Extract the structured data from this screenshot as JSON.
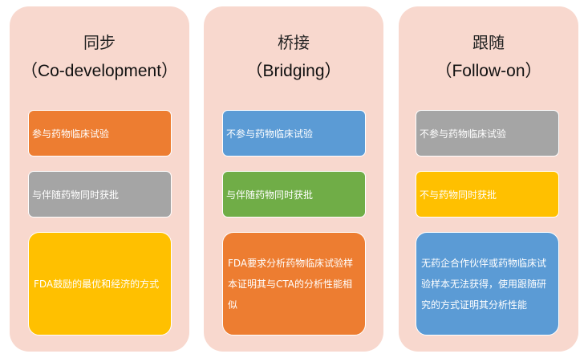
{
  "columns": [
    {
      "title_cn": "同步",
      "title_en": "（Co-development）",
      "boxes": [
        {
          "text": "参与药物临床试验",
          "color": "#ed7d31"
        },
        {
          "text": "与伴随药物同时获批",
          "color": "#a5a5a5"
        },
        {
          "text": "FDA鼓励的最优和经济的方式",
          "color": "#ffc000"
        }
      ]
    },
    {
      "title_cn": "桥接",
      "title_en": "（Bridging）",
      "boxes": [
        {
          "text": "不参与药物临床试验",
          "color": "#5b9bd5"
        },
        {
          "text": "与伴随药物同时获批",
          "color": "#70ad47"
        },
        {
          "text": "FDA要求分析药物临床试验样本证明其与CTA的分析性能相似",
          "color": "#ed7d31"
        }
      ]
    },
    {
      "title_cn": "跟随",
      "title_en": "（Follow-on）",
      "boxes": [
        {
          "text": "不参与药物临床试验",
          "color": "#a5a5a5"
        },
        {
          "text": "不与药物同时获批",
          "color": "#ffc000"
        },
        {
          "text": "无药企合作伙伴或药物临床试验样本无法获得，使用跟随研究的方式证明其分析性能",
          "color": "#5b9bd5"
        }
      ]
    }
  ],
  "panel_color": "#f8d8ce"
}
